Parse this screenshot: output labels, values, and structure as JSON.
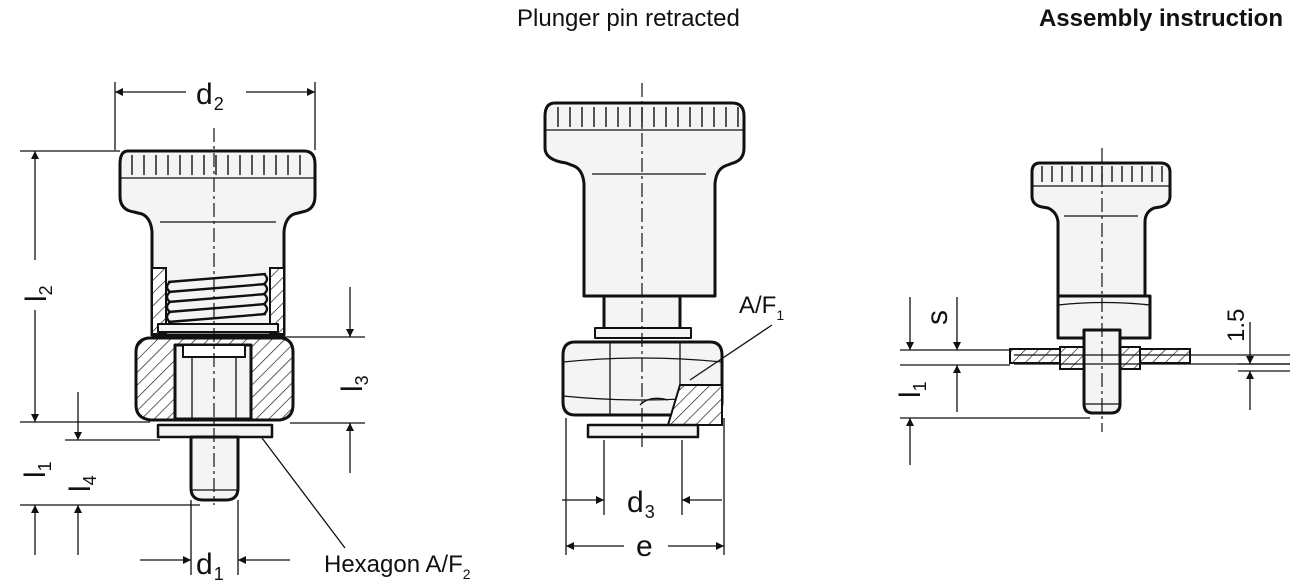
{
  "headings": {
    "retracted": "Plunger pin retracted",
    "assembly": "Assembly instruction"
  },
  "dimensions": {
    "d2": {
      "main": "d",
      "sub": "2"
    },
    "d1": {
      "main": "d",
      "sub": "1"
    },
    "d3": {
      "main": "d",
      "sub": "3"
    },
    "e": {
      "main": "e"
    },
    "l1": {
      "main": "l",
      "sub": "1"
    },
    "l2": {
      "main": "l",
      "sub": "2"
    },
    "l3": {
      "main": "l",
      "sub": "3"
    },
    "l4": {
      "main": "l",
      "sub": "4"
    },
    "s": {
      "main": "s"
    },
    "gap": {
      "main": "1.5"
    },
    "af1": {
      "main": "A/F",
      "sub": "1"
    },
    "hexagon": {
      "main": "Hexagon A/F",
      "sub": "2"
    },
    "asm_l1": {
      "main": "l",
      "sub": "1"
    }
  }
}
